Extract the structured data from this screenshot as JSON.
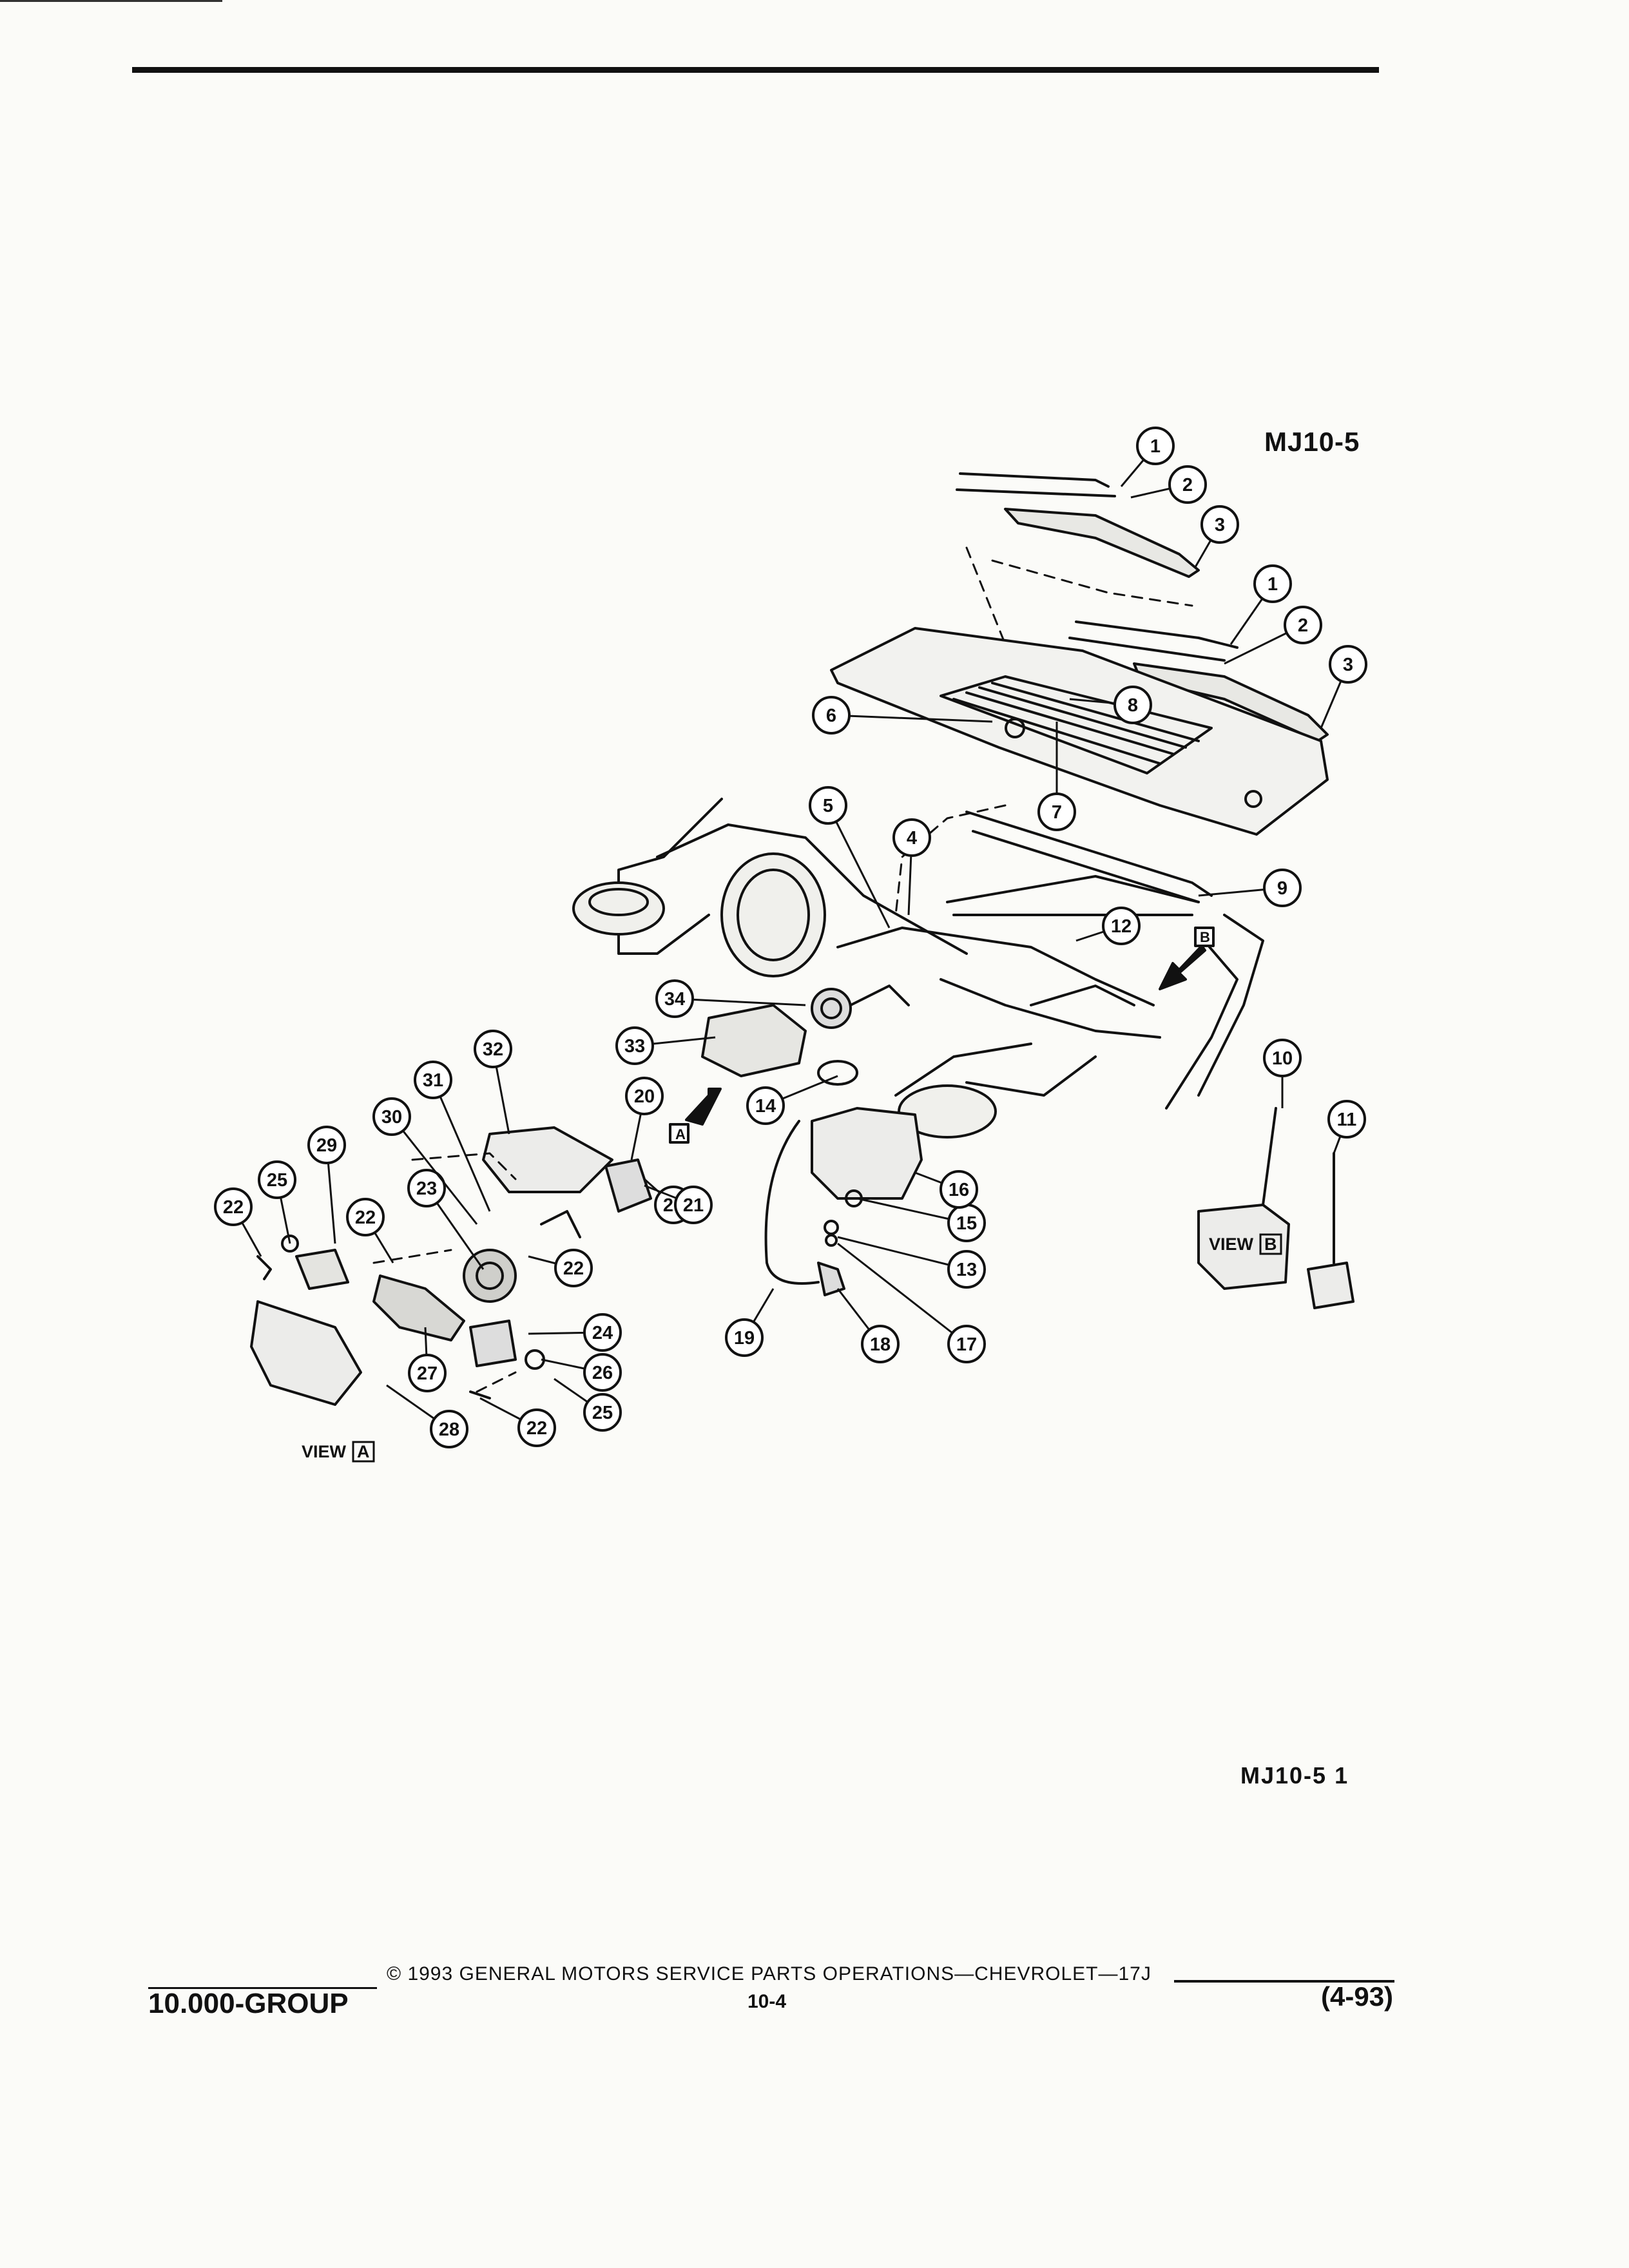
{
  "header": {
    "diagram_id": "MJ10-5"
  },
  "figure": {
    "code": "MJ10-5  1",
    "view_a_label": "VIEW",
    "view_a_letter": "A",
    "view_b_label": "VIEW",
    "view_b_letter": "B",
    "arrow_a_letter": "A",
    "arrow_b_letter": "B",
    "callouts": [
      "1",
      "2",
      "3",
      "1",
      "2",
      "3",
      "4",
      "5",
      "6",
      "7",
      "8",
      "9",
      "10",
      "11",
      "12",
      "13",
      "14",
      "15",
      "16",
      "17",
      "18",
      "19",
      "20",
      "20",
      "21",
      "22",
      "22",
      "22",
      "22",
      "23",
      "24",
      "25",
      "25",
      "26",
      "27",
      "28",
      "29",
      "30",
      "31",
      "32",
      "33",
      "34"
    ]
  },
  "footer": {
    "copyright": "© 1993  GENERAL MOTORS SERVICE PARTS OPERATIONS—CHEVROLET—17J",
    "page": "10-4",
    "group": "10.000-GROUP",
    "date": "(4-93)"
  }
}
